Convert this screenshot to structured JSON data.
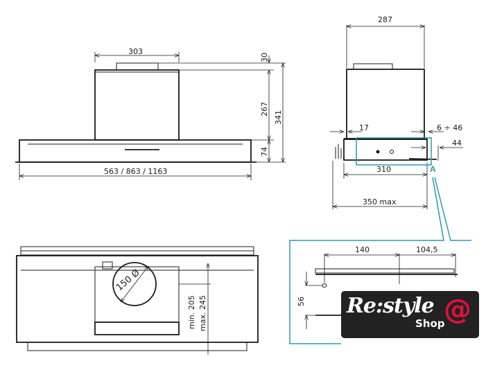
{
  "front_view": {
    "width_top": "303",
    "chimney_gap": "30",
    "chimney_height": "267",
    "total_height": "341",
    "body_height": "74",
    "width_options": "563 / 863 / 1163"
  },
  "side_view": {
    "depth_top": "287",
    "offset_left": "17",
    "offset_right": "6 ÷ 46",
    "overhang": "44",
    "depth_body": "310",
    "depth_max": "350 max",
    "detail_marker": "A"
  },
  "bottom_view": {
    "outlet_diameter": "150 Ø",
    "min_distance": "min. 205",
    "max_distance": "max. 245"
  },
  "detail_a": {
    "dim_left": "140",
    "dim_right": "104,5",
    "dim_height": "56"
  },
  "logo": {
    "brand": "Re:style",
    "sub": "Shop",
    "accent_color": "#e0103a"
  }
}
